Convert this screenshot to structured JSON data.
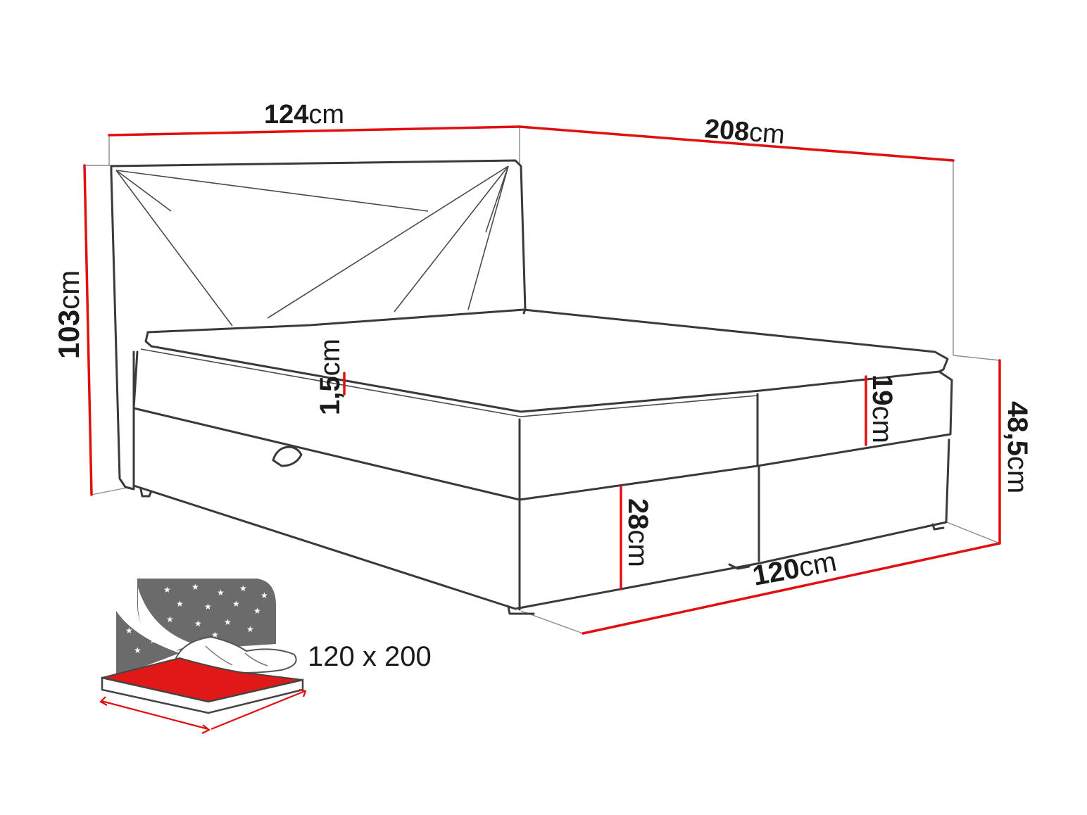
{
  "dimensions": {
    "width": {
      "value": "124",
      "unit": "cm"
    },
    "length": {
      "value": "208",
      "unit": "cm"
    },
    "height": {
      "value": "103",
      "unit": "cm"
    },
    "topper": {
      "value": "1,5",
      "unit": "cm"
    },
    "mattress": {
      "value": "19",
      "unit": "cm"
    },
    "frame": {
      "value": "28",
      "unit": "cm"
    },
    "side_height": {
      "value": "48,5",
      "unit": "cm"
    },
    "inner_width": {
      "value": "120",
      "unit": "cm"
    }
  },
  "mattress_size_label": "120 x 200",
  "colors": {
    "dimension_line": "#e01010",
    "outline": "#3a3a3a",
    "night_panel": "#6b6b6b"
  }
}
